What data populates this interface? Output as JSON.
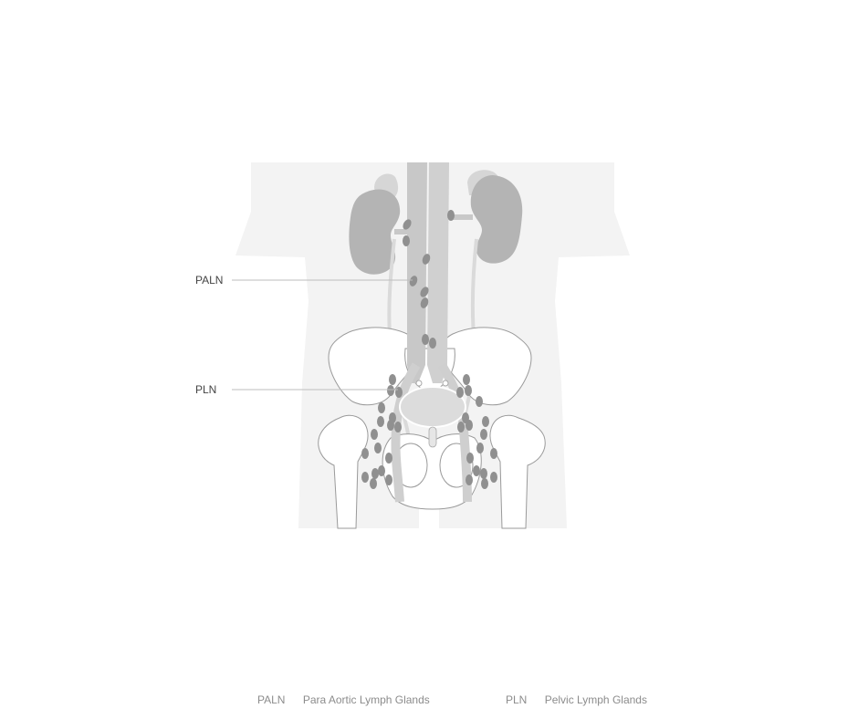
{
  "labels": {
    "paln": "PALN",
    "pln": "PLN"
  },
  "legend": [
    {
      "abbr": "PALN",
      "text": "Para Aortic Lymph Glands"
    },
    {
      "abbr": "PLN",
      "text": "Pelvic Lymph Glands"
    }
  ],
  "colors": {
    "body_silhouette": "#f3f3f3",
    "organ": "#b4b4b4",
    "vessel": "#c8c8c8",
    "lymph_node": "#909090",
    "bone_outline": "#9a9a9a",
    "leader_line": "#bdbdbd"
  }
}
